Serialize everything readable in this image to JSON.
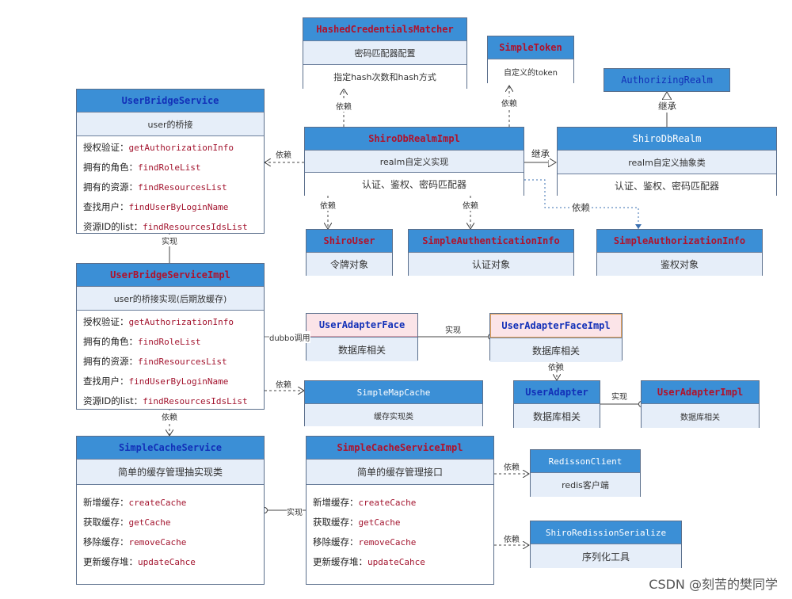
{
  "classes": {
    "hashed_matcher": {
      "name": "HashedCredentialsMatcher",
      "sub1": "密码匹配器配置",
      "sub2": "指定hash次数和hash方式"
    },
    "simple_token": {
      "name": "SimpleToken",
      "sub": "自定义的token"
    },
    "authorizing_realm": {
      "name": "AuthorizingRealm"
    },
    "user_bridge_service": {
      "name": "UserBridgeService",
      "sub": "user的桥接",
      "ops": [
        {
          "label": "授权验证：",
          "method": "getAuthorizationInfo"
        },
        {
          "label": "拥有的角色：",
          "method": "findRoleList"
        },
        {
          "label": "拥有的资源：",
          "method": "findResourcesList"
        },
        {
          "label": "查找用户：",
          "method": "findUserByLoginName"
        },
        {
          "label": "资源ID的list：",
          "method": "findResourcesIdsList"
        }
      ]
    },
    "shiro_db_realm_impl": {
      "name": "ShiroDbRealmImpl",
      "sub": "realm自定义实现",
      "desc": "认证、鉴权、密码匹配器"
    },
    "shiro_db_realm": {
      "name": "ShiroDbRealm",
      "sub": "realm自定义抽象类",
      "desc": "认证、鉴权、密码匹配器"
    },
    "shiro_user": {
      "name": "ShiroUser",
      "sub": "令牌对象"
    },
    "simple_authentication_info": {
      "name": "SimpleAuthenticationInfo",
      "sub": "认证对象"
    },
    "simple_authorization_info": {
      "name": "SimpleAuthorizationInfo",
      "sub": "鉴权对象"
    },
    "user_bridge_service_impl": {
      "name": "UserBridgeServiceImpl",
      "sub": "user的桥接实现(后期放缓存)",
      "ops": [
        {
          "label": "授权验证：",
          "method": "getAuthorizationInfo"
        },
        {
          "label": "拥有的角色：",
          "method": "findRoleList"
        },
        {
          "label": "拥有的资源：",
          "method": "findResourcesList"
        },
        {
          "label": "查找用户：",
          "method": "findUserByLoginName"
        },
        {
          "label": "资源ID的list：",
          "method": "findResourcesIdsList"
        }
      ]
    },
    "user_adapter_face": {
      "name": "UserAdapterFace",
      "sub": "数据库相关"
    },
    "user_adapter_face_impl": {
      "name": "UserAdapterFaceImpl",
      "sub": "数据库相关"
    },
    "simple_map_cache": {
      "name": "SimpleMapCache",
      "sub": "缓存实现类"
    },
    "user_adapter": {
      "name": "UserAdapter",
      "sub": "数据库相关"
    },
    "user_adapter_impl": {
      "name": "UserAdapterImpl",
      "sub": "数据库相关"
    },
    "simple_cache_service": {
      "name": "SimpleCacheService",
      "sub": "简单的缓存管理抽实现类",
      "ops": [
        {
          "label": "新增缓存：",
          "method": "createCache"
        },
        {
          "label": "获取缓存：",
          "method": "getCache"
        },
        {
          "label": "移除缓存：",
          "method": "removeCache"
        },
        {
          "label": "更新缓存堆：",
          "method": "updateCahce"
        }
      ]
    },
    "simple_cache_service_impl": {
      "name": "SimpleCacheServiceImpl",
      "sub": "简单的缓存管理接口",
      "ops": [
        {
          "label": "新增缓存：",
          "method": "createCache"
        },
        {
          "label": "获取缓存：",
          "method": "getCache"
        },
        {
          "label": "移除缓存：",
          "method": "removeCache"
        },
        {
          "label": "更新缓存堆：",
          "method": "updateCahce"
        }
      ]
    },
    "redisson_client": {
      "name": "RedissonClient",
      "sub": "redis客户端"
    },
    "shiro_redission_serialize": {
      "name": "ShiroRedissionSerialize",
      "sub": "序列化工具"
    }
  },
  "relations": {
    "depends": "依赖",
    "inherits": "继承",
    "implements": "实现",
    "dubbo_call": "dubbo调用"
  },
  "watermark": "CSDN @刻苦的樊同学"
}
